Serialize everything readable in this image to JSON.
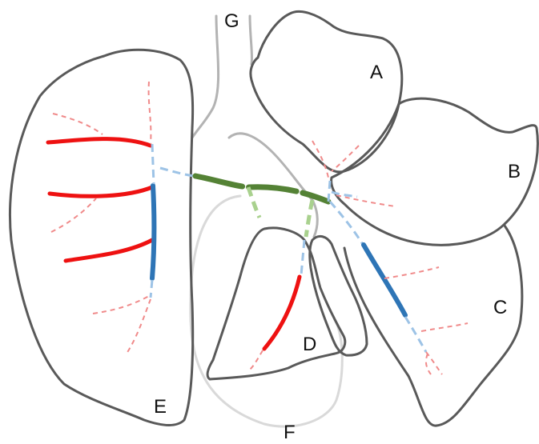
{
  "labels": {
    "a": "A",
    "b": "B",
    "c": "C",
    "d": "D",
    "e": "E",
    "f": "F",
    "g": "G"
  },
  "colors": {
    "outline": "#595959",
    "vessel_solid": "#ee1111",
    "vessel_dashed": "#f08a8a",
    "duct_solid": "#2e75b6",
    "duct_dashed": "#9dc3e6",
    "trunk_solid": "#548235",
    "trunk_dashed": "#a9d18e"
  }
}
